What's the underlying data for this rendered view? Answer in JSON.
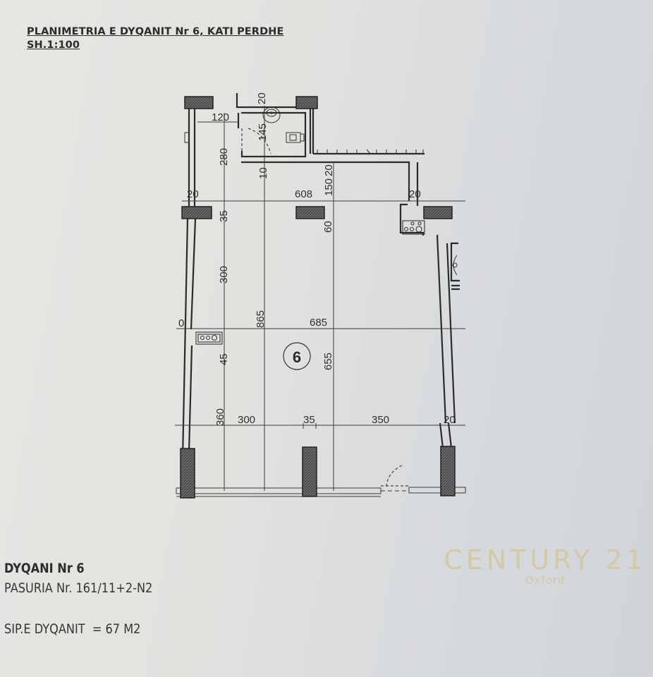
{
  "header": {
    "title": "PLANIMETRIA E DYQANIT Nr 6, KATI PERDHE",
    "scale": "SH.1:100"
  },
  "plan": {
    "unit_label": "6",
    "dimensions": {
      "top_120": "120",
      "top_20": "20",
      "wc_145": "145",
      "left_280": "280",
      "d_10": "10",
      "d_20": "20",
      "d_150": "150",
      "left_20": "20",
      "width_608": "608",
      "right_20": "20",
      "d_35": "35",
      "d_60": "60",
      "left_300": "300",
      "left_0": "0",
      "height_865": "865",
      "width_685": "685",
      "d_45": "45",
      "height_655": "655",
      "d_360": "360",
      "bottom_300": "300",
      "bottom_35": "35",
      "bottom_350": "350",
      "bottom_20": "20"
    },
    "fixtures": [
      "washbasin-icon",
      "toilet-icon",
      "stove-icon",
      "stove-icon",
      "meter-icon"
    ],
    "colors": {
      "line": "#2b2b2b",
      "column_fill": "#555555"
    }
  },
  "info": {
    "name": "DYQANI Nr 6",
    "parcel": "PASURIA Nr. 161/11+2-N2",
    "area": "SIP.E DYQANIT  = 67 M2"
  },
  "watermark": {
    "brand": "CENTURY 21",
    "office": "Oxford",
    "color": "#d4c79a"
  }
}
